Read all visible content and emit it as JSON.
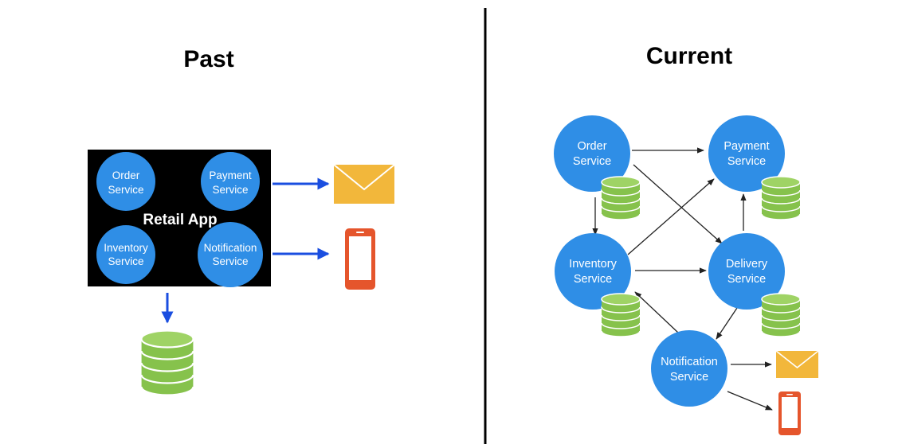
{
  "left": {
    "title": "Past",
    "app_label": "Retail App",
    "services": {
      "order": [
        "Order",
        "Service"
      ],
      "payment": [
        "Payment",
        "Service"
      ],
      "inventory": [
        "Inventory",
        "Service"
      ],
      "notification": [
        "Notification",
        "Service"
      ]
    }
  },
  "right": {
    "title": "Current",
    "services": {
      "order": [
        "Order",
        "Service"
      ],
      "payment": [
        "Payment",
        "Service"
      ],
      "inventory": [
        "Inventory",
        "Service"
      ],
      "delivery": [
        "Delivery",
        "Service"
      ],
      "notification": [
        "Notification",
        "Service"
      ]
    }
  },
  "icons": [
    "database-icon",
    "email-icon",
    "mobile-phone-icon"
  ],
  "colors": {
    "service_blue": "#2f8ee6",
    "app_box": "#000000",
    "arrow_blue": "#1a4ee0",
    "database_green": "#86c24c",
    "email_yellow": "#f2b73b",
    "phone_red": "#e5552c"
  }
}
